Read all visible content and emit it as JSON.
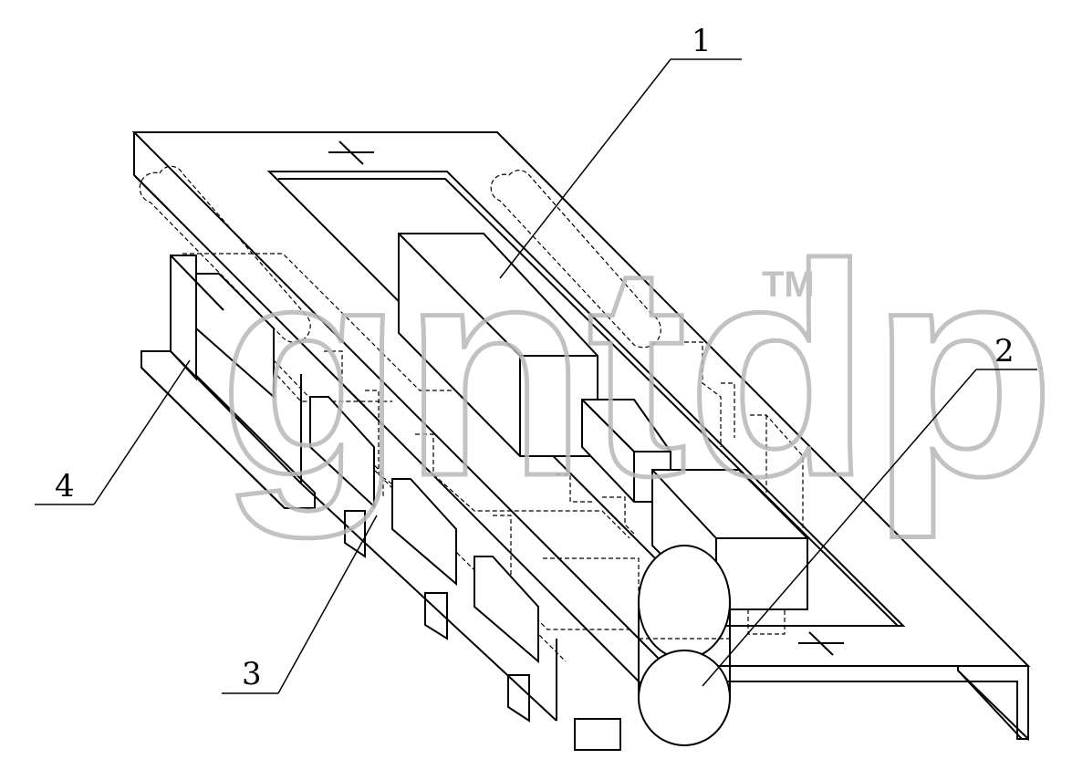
{
  "labels": {
    "part_1": "1",
    "part_2": "2",
    "part_3": "3",
    "part_4": "4"
  },
  "watermark": {
    "text": "gntdp",
    "trademark": "TM",
    "color": "#b8b8b8"
  },
  "colors": {
    "line": "#000000",
    "background": "#ffffff"
  }
}
